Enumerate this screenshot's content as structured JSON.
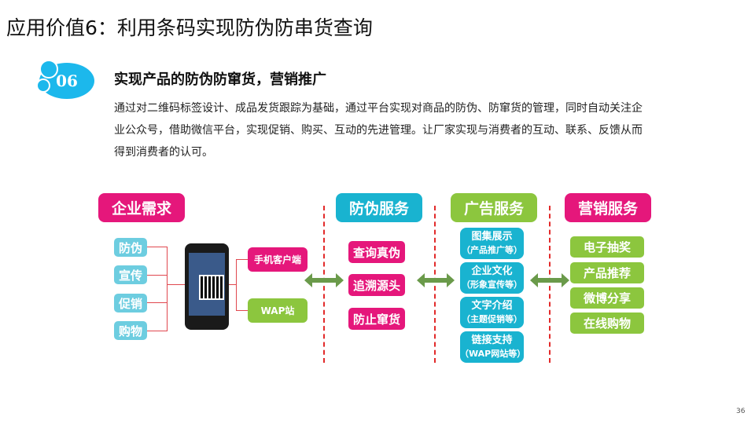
{
  "title": "应用价值6：利用条码实现防伪防串货查询",
  "badge": "06",
  "heading": "实现产品的防伪防窜货，营销推广",
  "paragraph": "通过对二维码标签设计、成品发货跟踪为基础，通过平台实现对商品的防伪、防窜货的管理，同时自动关注企业公众号，借助微信平台，实现促销、购买、互动的先进管理。让厂家实现与消费者的互动、联系、反馈从而得到消费者的认可。",
  "diagram": {
    "enterprise_needs": {
      "title": "企业需求",
      "items": [
        "防伪",
        "宣传",
        "促销",
        "购物"
      ]
    },
    "channels": [
      "手机客户端",
      "WAP站"
    ],
    "anti_fake": {
      "title": "防伪服务",
      "items": [
        "查询真伪",
        "追溯源头",
        "防止窜货"
      ]
    },
    "ads": {
      "title": "广告服务",
      "items": [
        {
          "main": "图集展示",
          "sub": "（产品推广等）"
        },
        {
          "main": "企业文化",
          "sub": "（形象宣传等）"
        },
        {
          "main": "文字介绍",
          "sub": "（主题促销等）"
        },
        {
          "main": "链接支持",
          "sub": "（WAP网站等）"
        }
      ]
    },
    "marketing": {
      "title": "营销服务",
      "items": [
        "电子抽奖",
        "产品推荐",
        "微博分享",
        "在线购物"
      ]
    }
  },
  "page_number": "36",
  "colors": {
    "pink": "#e5177b",
    "cyan": "#19b3d0",
    "green": "#8cc63e",
    "light_blue": "#6dcde0",
    "arrow": "#6a9a4a"
  }
}
